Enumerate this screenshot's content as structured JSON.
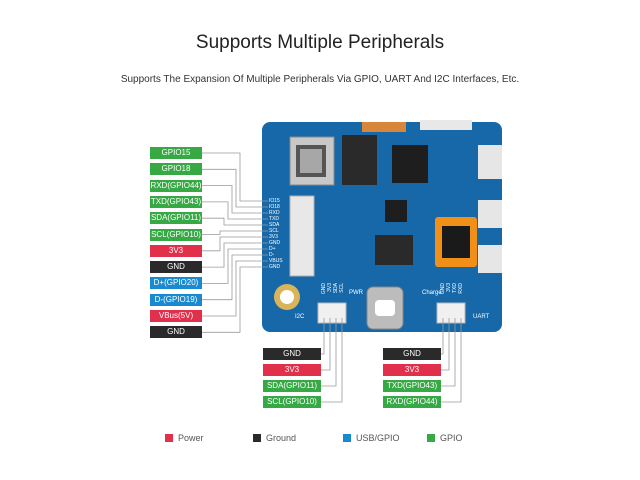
{
  "title": "Supports Multiple Peripherals",
  "subtitle": "Supports The Expansion Of Multiple Peripherals Via GPIO, UART And I2C Interfaces, Etc.",
  "colors": {
    "power": "#e0304c",
    "ground": "#2a2a2a",
    "usb_gpio": "#1a8ad0",
    "gpio": "#36a844"
  },
  "left_pins": [
    {
      "label": "GPIO15",
      "type": "gpio"
    },
    {
      "label": "GPIO18",
      "type": "gpio"
    },
    {
      "label": "RXD(GPIO44)",
      "type": "gpio"
    },
    {
      "label": "TXD(GPIO43)",
      "type": "gpio"
    },
    {
      "label": "SDA(GPIO11)",
      "type": "gpio"
    },
    {
      "label": "SCL(GPIO10)",
      "type": "gpio"
    },
    {
      "label": "3V3",
      "type": "power"
    },
    {
      "label": "GND",
      "type": "ground"
    },
    {
      "label": "D+(GPIO20)",
      "type": "usb_gpio"
    },
    {
      "label": "D-(GPIO19)",
      "type": "usb_gpio"
    },
    {
      "label": "VBus(5V)",
      "type": "power"
    },
    {
      "label": "GND",
      "type": "ground"
    }
  ],
  "i2c_pins": [
    {
      "label": "GND",
      "type": "ground"
    },
    {
      "label": "3V3",
      "type": "power"
    },
    {
      "label": "SDA(GPIO11)",
      "type": "gpio"
    },
    {
      "label": "SCL(GPIO10)",
      "type": "gpio"
    }
  ],
  "uart_pins": [
    {
      "label": "GND",
      "type": "ground"
    },
    {
      "label": "3V3",
      "type": "power"
    },
    {
      "label": "TXD(GPIO43)",
      "type": "gpio"
    },
    {
      "label": "RXD(GPIO44)",
      "type": "gpio"
    }
  ],
  "board": {
    "i2c_label": "I2C",
    "uart_label": "UART",
    "pwr_label": "PWR",
    "charge_label": "Charge",
    "header_silk": [
      "IO15",
      "IO18",
      "RXD",
      "TXD",
      "SDA",
      "SCL",
      "3V3",
      "GND",
      "D+",
      "D-",
      "VBUS",
      "GND"
    ],
    "i2c_silk": [
      "GND",
      "3V3",
      "SDA",
      "SCL"
    ],
    "uart_silk": [
      "GND",
      "3V3",
      "TXD",
      "RXD"
    ]
  },
  "legend": [
    {
      "label": "Power",
      "color": "#e0304c"
    },
    {
      "label": "Ground",
      "color": "#2a2a2a"
    },
    {
      "label": "USB/GPIO",
      "color": "#1a8ad0"
    },
    {
      "label": "GPIO",
      "color": "#36a844"
    }
  ]
}
